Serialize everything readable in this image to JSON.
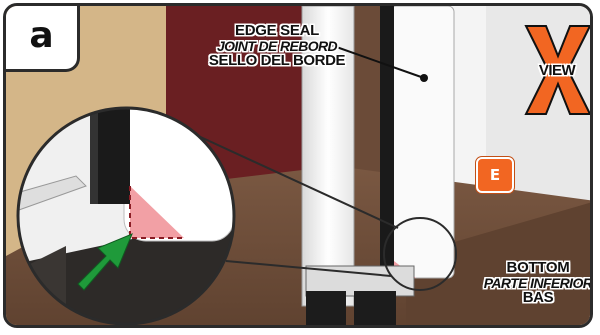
{
  "panel": {
    "letter": "a"
  },
  "edge_seal_label": {
    "en": "EDGE SEAL",
    "fr": "JOINT DE REBORD",
    "es": "SELLO DEL BORDE"
  },
  "bottom_label": {
    "en": "BOTTOM",
    "fr": "PARTE INFERIOR",
    "es": "BAS"
  },
  "e_badge": {
    "text": "E",
    "color": "#f26622"
  },
  "xview_logo": {
    "text": "VIEW",
    "x_color": "#f26622"
  },
  "colors": {
    "floor": "#6b4b38",
    "wall": "#6a1f22",
    "door_frame": "#f2f2f2",
    "seal": "#1a1a1a",
    "seal_pink": "#f2a0a5",
    "arrow": "#1f9a3a",
    "outline": "#2b2b2b"
  }
}
